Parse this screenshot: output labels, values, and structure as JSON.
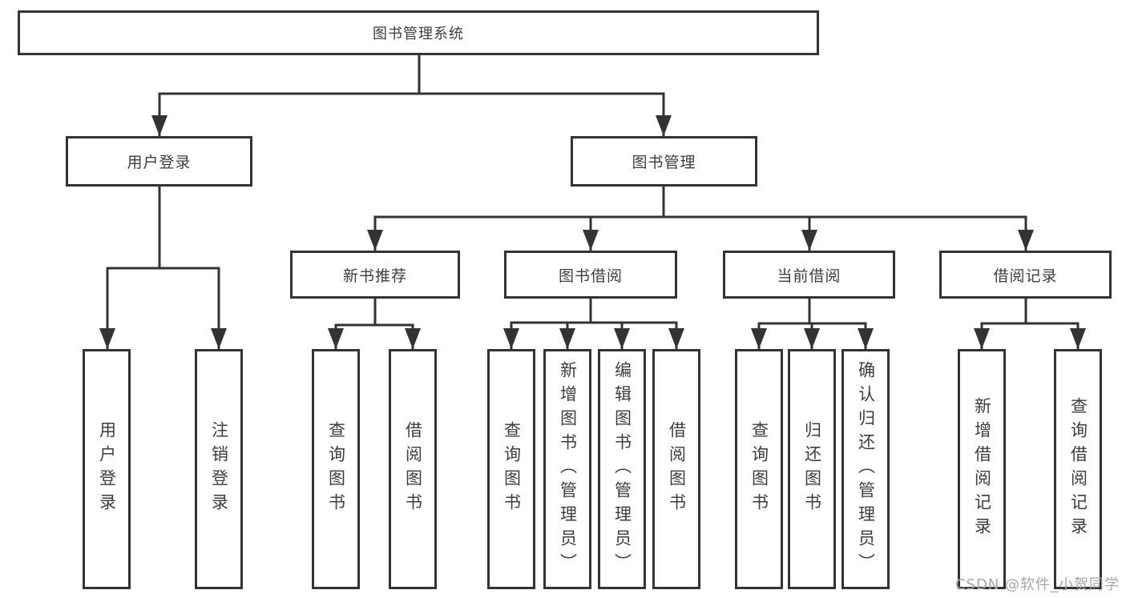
{
  "tree": {
    "root": {
      "label": "图书管理系统",
      "children": [
        {
          "label": "用户登录",
          "children": [
            {
              "label": "用户登录"
            },
            {
              "label": "注销登录"
            }
          ]
        },
        {
          "label": "图书管理",
          "children": [
            {
              "label": "新书推荐",
              "children": [
                {
                  "label": "查询图书"
                },
                {
                  "label": "借阅图书"
                }
              ]
            },
            {
              "label": "图书借阅",
              "children": [
                {
                  "label": "查询图书"
                },
                {
                  "label": "新增图书（管理员）"
                },
                {
                  "label": "编辑图书（管理员）"
                },
                {
                  "label": "借阅图书"
                }
              ]
            },
            {
              "label": "当前借阅",
              "children": [
                {
                  "label": "查询图书"
                },
                {
                  "label": "归还图书"
                },
                {
                  "label": "确认归还（管理员）"
                }
              ]
            },
            {
              "label": "借阅记录",
              "children": [
                {
                  "label": "新增借阅记录"
                },
                {
                  "label": "查询借阅记录"
                }
              ]
            }
          ]
        }
      ]
    }
  },
  "watermark": {
    "text": "CSDN @软件_小贺同学"
  },
  "colors": {
    "line": "#333333",
    "box_border": "#333333",
    "text": "#3d3d3d",
    "watermark_text": "#a6a6a6",
    "background": "#ffffff"
  }
}
